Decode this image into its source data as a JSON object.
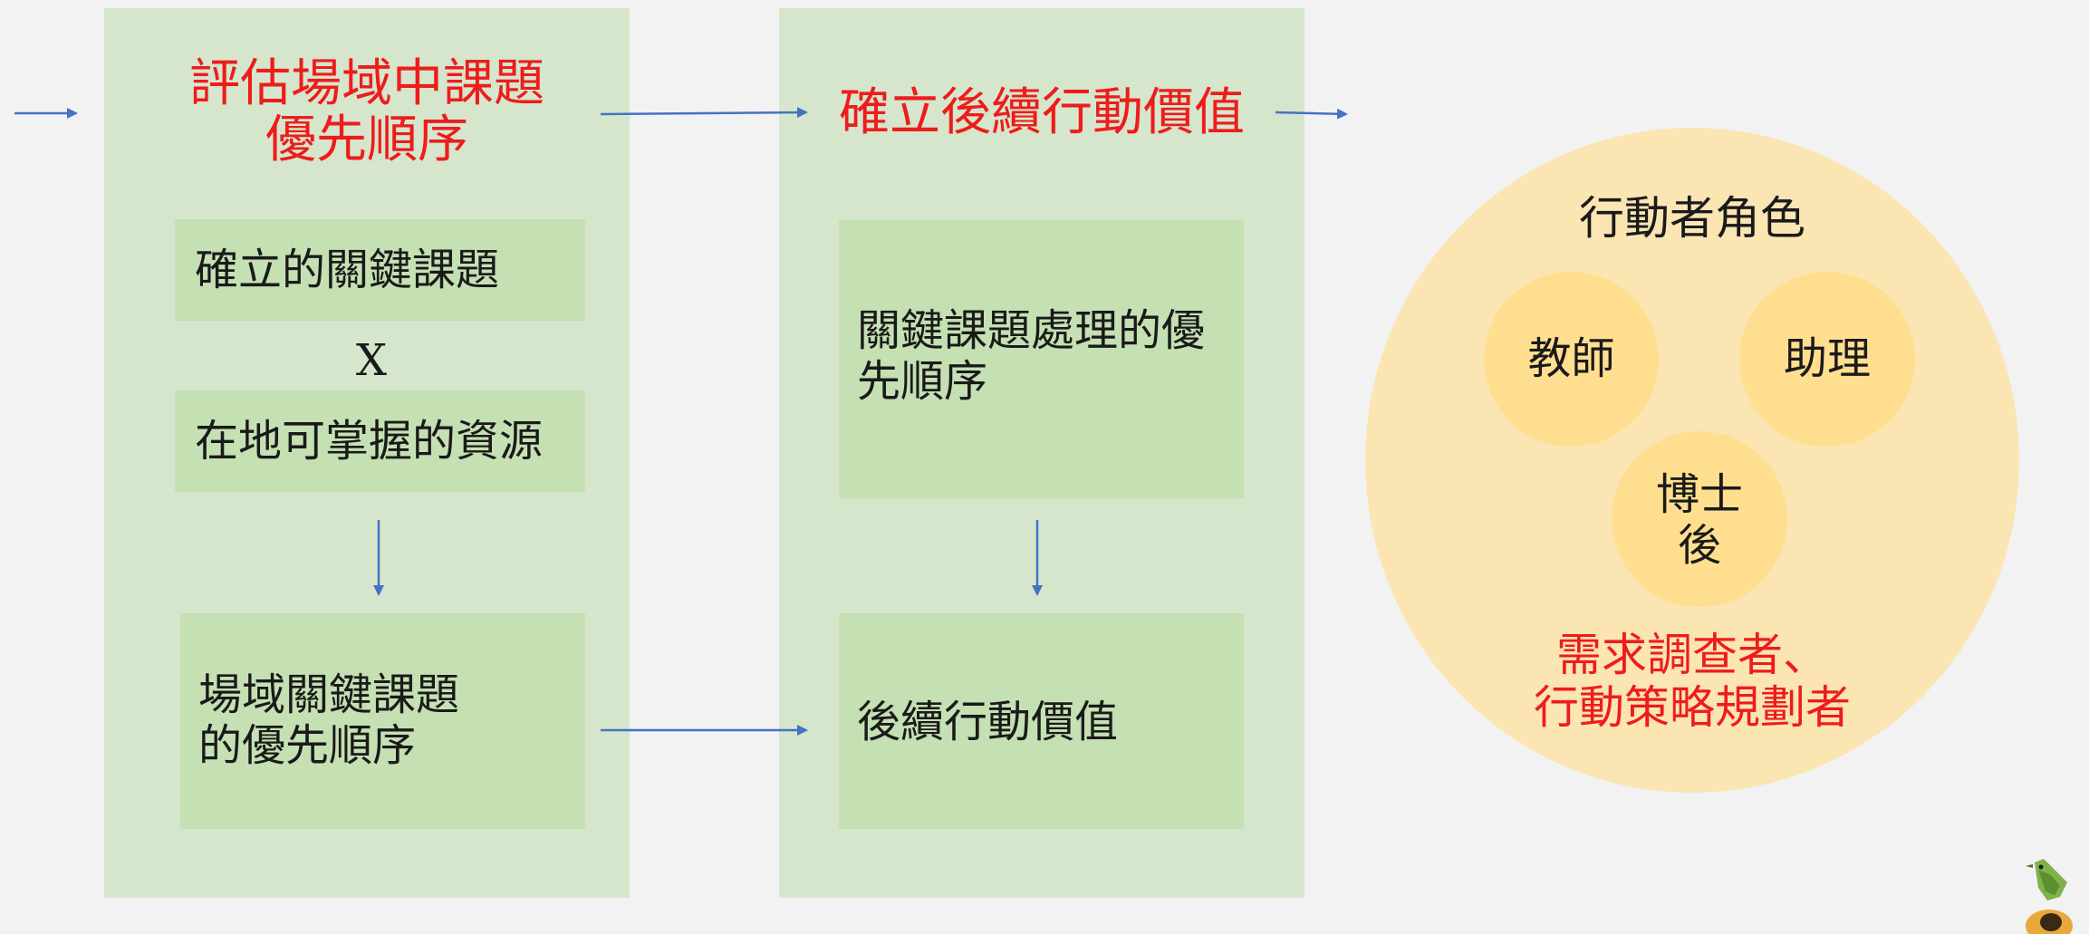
{
  "left_panel": {
    "title": "評估場域中課題\n優先順序",
    "box_top": "確立的關鍵課題",
    "multiply_sign": "X",
    "box_middle": "在地可掌握的資源",
    "box_bottom": "場域關鍵課題\n的優先順序"
  },
  "middle_panel": {
    "title": "確立後續行動價值",
    "box_top": "關鍵課題處理的優\n先順序",
    "box_bottom": "後續行動價值"
  },
  "actors": {
    "title": "行動者角色",
    "roles": [
      "教師",
      "助理",
      "博士\n後"
    ],
    "caption": "需求調查者、\n行動策略規劃者"
  },
  "colors": {
    "background": "#f2f2f2",
    "panel": "#d6e6cc",
    "box": "#c5e0b3",
    "title_red": "#ee1c1c",
    "arrow": "#4472c4",
    "big_circle": "#fae5b3",
    "small_circle": "#ffdf8f"
  },
  "icons": {
    "corner_logo": "bird-on-branch-icon"
  }
}
